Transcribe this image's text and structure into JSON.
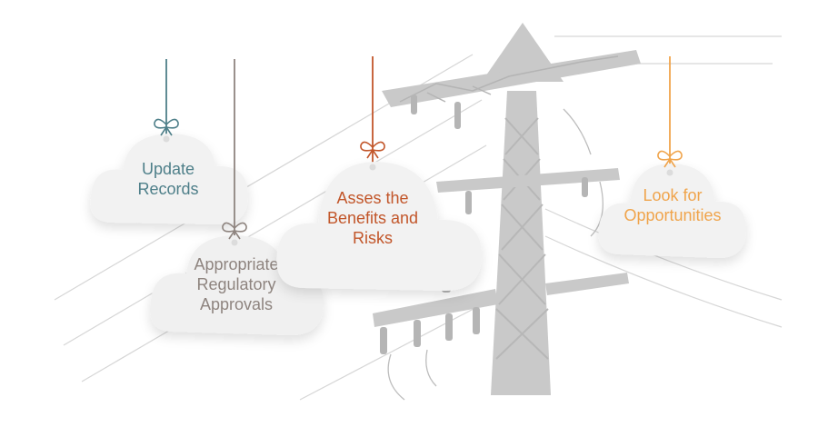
{
  "colors": {
    "teal": "#4e7f89",
    "taupe": "#8e847f",
    "rust": "#c2562a",
    "amber": "#f0a44b",
    "tower": "#c8c8c8",
    "wire": "#d3d3d3",
    "cloud": "#f2f2f2"
  },
  "clouds": [
    {
      "label": "Update\nRecords",
      "color": "#4e7f89",
      "icon": "bow-icon"
    },
    {
      "label": "Appropriate\nRegulatory\nApprovals",
      "color": "#8e847f",
      "icon": "bow-icon"
    },
    {
      "label": "Asses the\nBenefits and\nRisks",
      "color": "#c2562a",
      "icon": "bow-icon"
    },
    {
      "label": "Look for\nOpportunities",
      "color": "#f0a44b",
      "icon": "bow-icon"
    }
  ]
}
